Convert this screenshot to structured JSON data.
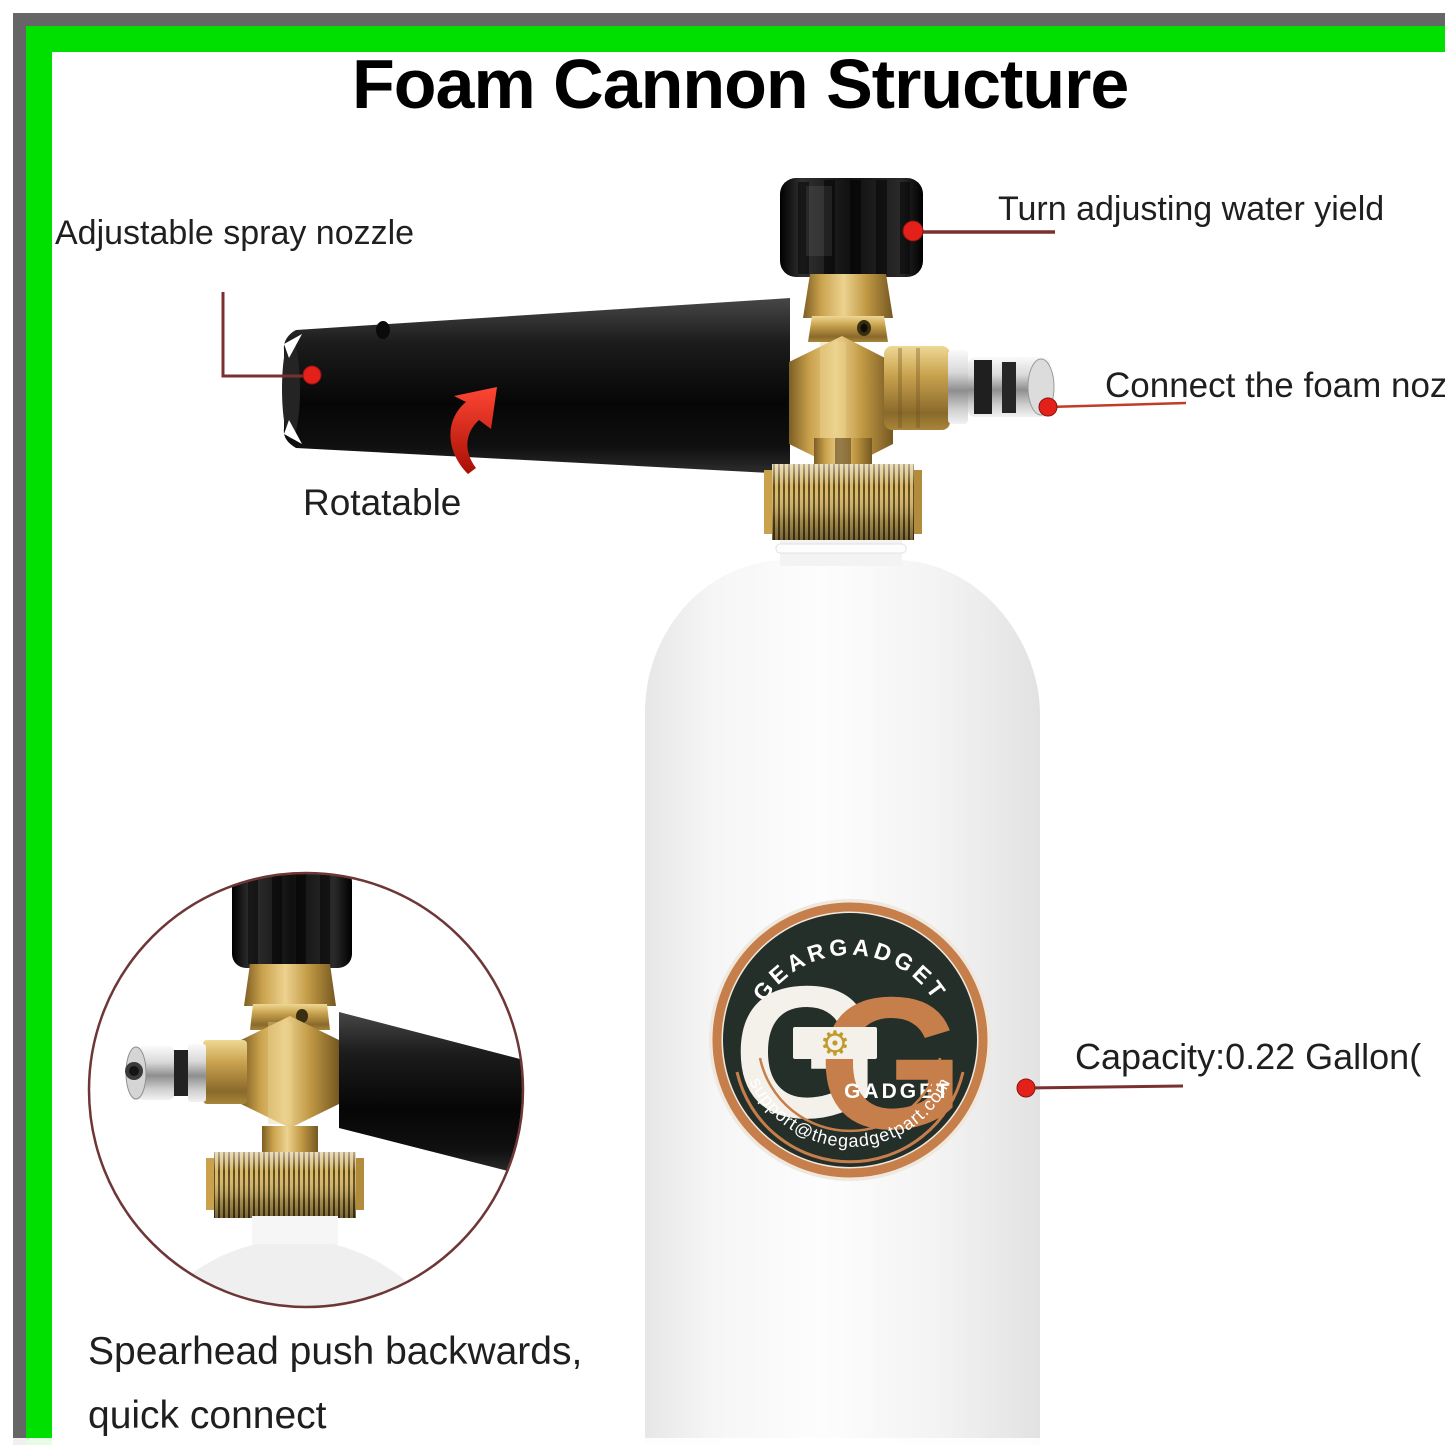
{
  "title": "Foam Cannon Structure",
  "annotations": {
    "spray_nozzle": "Adjustable spray nozzle",
    "water_yield": "Turn adjusting water yield",
    "foam_connect": "Connect the foam noz",
    "rotatable": "Rotatable",
    "capacity": "Capacity:0.22 Gallon(",
    "spearhead_line1": "Spearhead push backwards,",
    "spearhead_line2": "quick connect"
  },
  "logo": {
    "brand_top": "GEARGADGET",
    "monogram_left": "G",
    "monogram_right": "G",
    "brand_bottom": "GADGET",
    "support_email": "support@thegadgetpart.com",
    "gear_icon": "⚙"
  },
  "colors": {
    "frame_green": "#00e000",
    "frame_gray": "#666666",
    "annotation_line": "#7a3030",
    "connect_line": "#c23b24",
    "annotation_dot": "#e3201a",
    "arrow_red": "#d81607",
    "brass": "#c9a24f",
    "badge_dark": "#252f2a",
    "badge_copper": "#c67e4b"
  }
}
